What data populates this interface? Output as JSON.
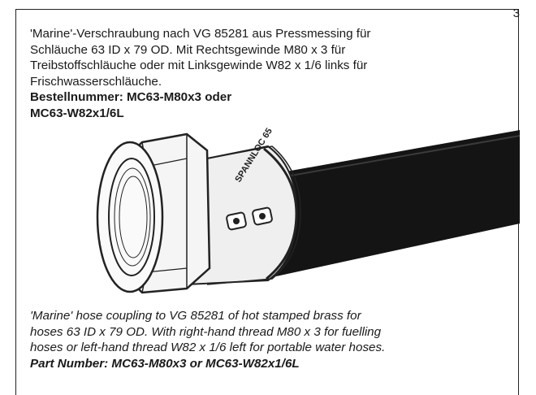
{
  "page_number": "3",
  "german": {
    "description_lines": [
      "'Marine'-Verschraubung nach VG 85281 aus Pressmessing für",
      "Schläuche 63 ID x 79 OD. Mit Rechtsgewinde M80 x 3 für",
      "Treibstoffschläuche oder mit Linksgewinde W82 x 1/6 links für",
      "Frischwasserschläuche."
    ],
    "order_line_1": "Bestellnummer: MC63-M80x3 oder",
    "order_line_2": "MC63-W82x1/6L"
  },
  "english": {
    "description_lines": [
      "'Marine' hose coupling to VG 85281 of hot stamped brass for",
      "hoses 63 ID x 79 OD. With right-hand thread M80 x 3 for fuelling",
      "hoses or left-hand thread W82 x 1/6 left for portable water hoses."
    ],
    "part_number_line": "Part Number: MC63-M80x3 or MC63-W82x1/6L"
  },
  "product_marking": "SPANNLOC 65"
}
